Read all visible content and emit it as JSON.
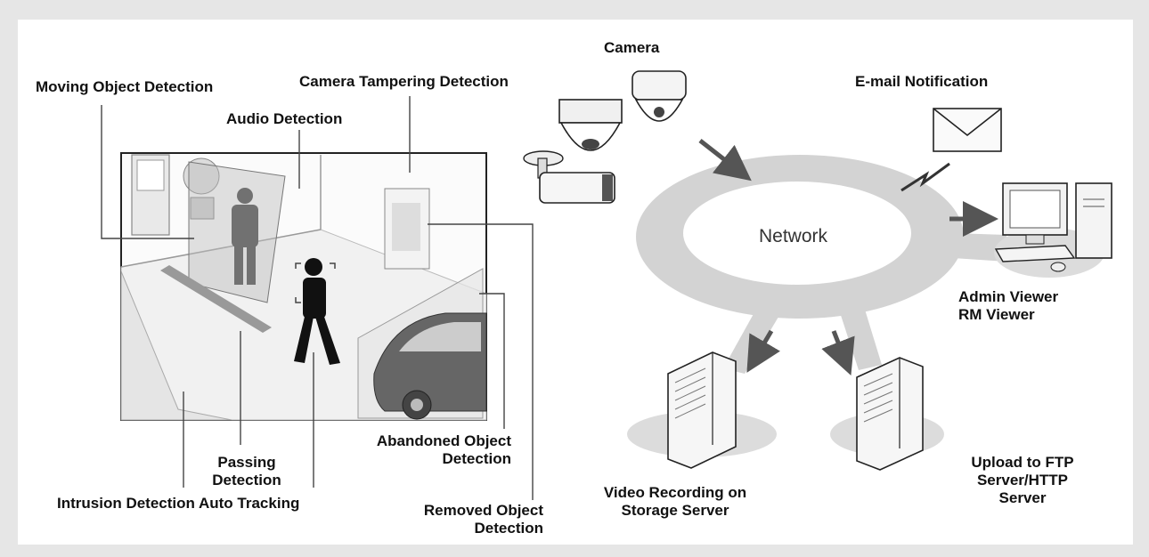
{
  "labels": {
    "moving_object": "Moving Object Detection",
    "camera_tampering": "Camera Tampering Detection",
    "audio": "Audio Detection",
    "camera": "Camera",
    "email": "E-mail Notification",
    "network": "Network",
    "admin_viewer_1": "Admin Viewer",
    "admin_viewer_2": "RM Viewer",
    "passing_1": "Passing",
    "passing_2": "Detection",
    "intrusion": "Intrusion Detection Auto Tracking",
    "abandoned_1": "Abandoned Object",
    "abandoned_2": "Detection",
    "removed_1": "Removed Object",
    "removed_2": "Detection",
    "video_rec_1": "Video Recording on",
    "video_rec_2": "Storage Server",
    "upload_1": "Upload to FTP",
    "upload_2": "Server/HTTP",
    "upload_3": "Server"
  },
  "colors": {
    "background": "#e6e6e6",
    "panel": "#ffffff",
    "network_ring": "#d3d3d3",
    "arrow": "#555555"
  }
}
